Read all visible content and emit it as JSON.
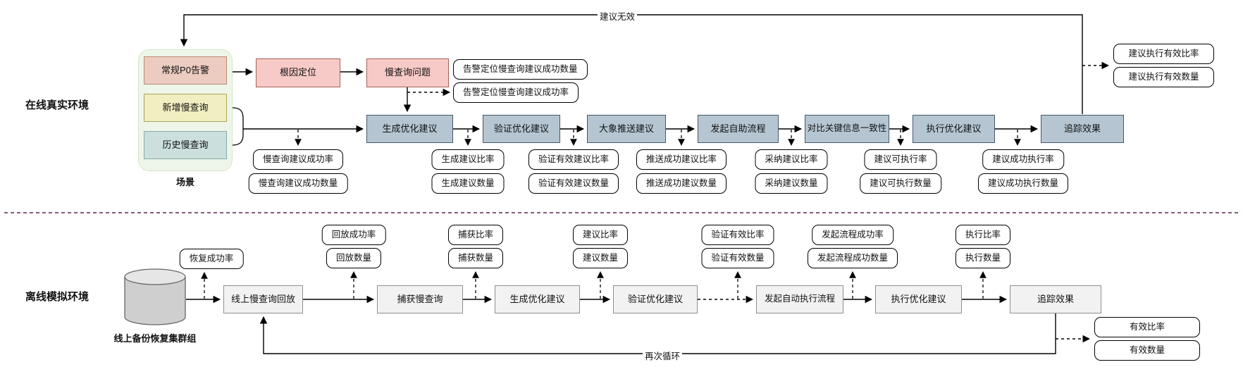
{
  "diagram": {
    "online": {
      "section_label": "在线真实环境",
      "feedback_label": "建议无效",
      "scene": {
        "caption": "场景",
        "sources": [
          "常规P0告警",
          "新增慢查询",
          "历史慢查询"
        ]
      },
      "root_cause": "根因定位",
      "slow_query_problem": "慢查询问题",
      "alert_metrics": [
        "告警定位慢查询建议成功数量",
        "告警定位慢查询建议成功率"
      ],
      "scene_metrics": [
        "慢查询建议成功率",
        "慢查询建议成功数量"
      ],
      "stages": [
        "生成优化建议",
        "验证优化建议",
        "大象推送建议",
        "发起自助流程",
        "对比关键信息一致性",
        "执行优化建议",
        "追踪效果"
      ],
      "stage_metrics": [
        [
          "生成建议比率",
          "生成建议数量"
        ],
        [
          "验证有效建议比率",
          "验证有效建议数量"
        ],
        [
          "推送成功建议比率",
          "推送成功建议数量"
        ],
        [
          "采纳建议比率",
          "采纳建议数量"
        ],
        [
          "建议可执行率",
          "建议可执行数量"
        ],
        [
          "建议成功执行率",
          "建议成功执行数量"
        ]
      ],
      "result_metrics": [
        "建议执行有效比率",
        "建议执行有效数量"
      ]
    },
    "offline": {
      "section_label": "离线模拟环境",
      "loop_label": "再次循环",
      "database_label": "线上备份恢复集群组",
      "recovery_metric": "恢复成功率",
      "stages": [
        "线上慢查询回放",
        "捕获慢查询",
        "生成优化建议",
        "验证优化建议",
        "发起自动执行流程",
        "执行优化建议",
        "追踪效果"
      ],
      "stage_metrics": [
        [
          "回放成功率",
          "回放数量"
        ],
        [
          "捕获比率",
          "捕获数量"
        ],
        [
          "建议比率",
          "建议数量"
        ],
        [
          "验证有效比率",
          "验证有效数量"
        ],
        [
          "发起流程成功率",
          "发起流程成功数量"
        ],
        [
          "执行比率",
          "执行数量"
        ]
      ],
      "result_metrics": [
        "有效比率",
        "有效数量"
      ]
    },
    "colors": {
      "online_stage_fill": "#b5c6d2",
      "online_stage_border": "#45586a",
      "pink_fill": "#f7cac7",
      "pink_border": "#a65f57",
      "scene_container_fill": "#eef6e9",
      "scene_container_border": "#d3e5c8",
      "alert_fill": "#ecccc0",
      "alert_border": "#b98c76",
      "new_slow_fill": "#f1eec1",
      "new_slow_border": "#aaa65b",
      "history_slow_fill": "#cbdfdd",
      "history_slow_border": "#86aca9",
      "offline_stage_fill": "#f2f2f2",
      "offline_stage_border": "#8f8f8f",
      "separator": "#5e2750"
    }
  }
}
